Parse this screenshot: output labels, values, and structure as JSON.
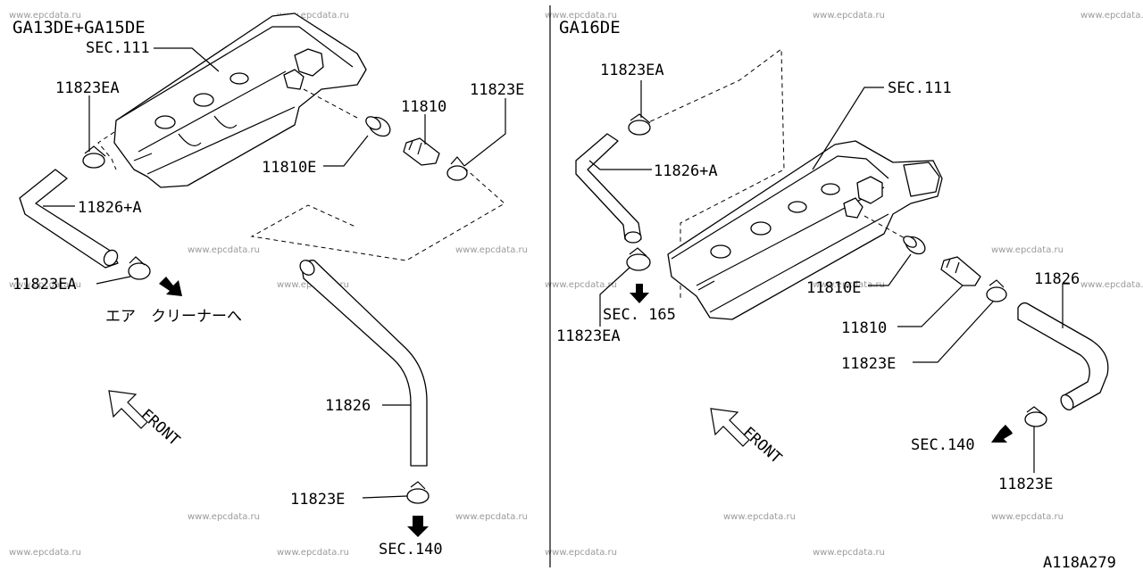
{
  "left_panel": {
    "title": "GA13DE+GA15DE",
    "labels": {
      "sec111": "SEC.111",
      "clip_ea_top": "11823EA",
      "valve": "11810",
      "clip_e_top": "11823E",
      "grommet": "11810E",
      "hose_a": "11826+A",
      "clip_ea_bottom": "11823EA",
      "air_cleaner_note": "エア　クリーナーへ",
      "hose": "11826",
      "clip_e_bottom": "11823E",
      "sec140": "SEC.140",
      "front": "FRONT"
    }
  },
  "right_panel": {
    "title": "GA16DE",
    "labels": {
      "clip_ea_top": "11823EA",
      "sec111": "SEC.111",
      "hose_a": "11826+A",
      "grommet": "11810E",
      "sec165": "SEC. 165",
      "clip_ea_bottom": "11823EA",
      "hose": "11826",
      "valve": "11810",
      "clip_e_mid": "11823E",
      "front": "FRONT",
      "sec140": "SEC.140",
      "clip_e_bottom": "11823E"
    }
  },
  "watermark": "www.epcdata.ru",
  "figure_code": "A118A279"
}
